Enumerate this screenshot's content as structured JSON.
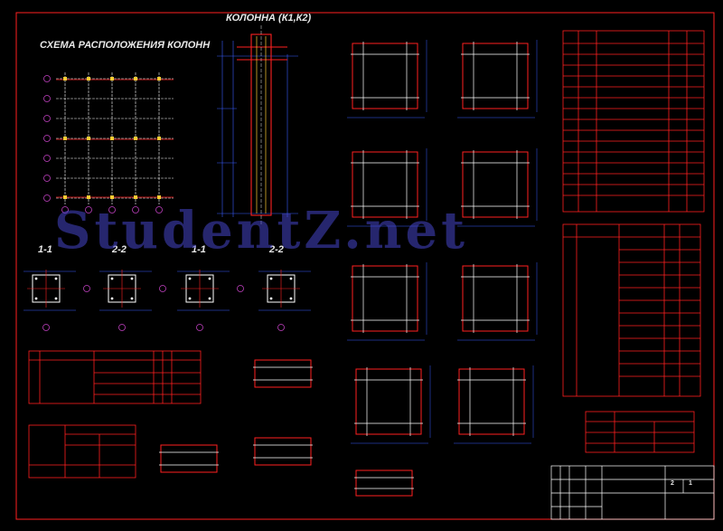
{
  "titles": {
    "plan": "СХЕМА РАСПОЛОЖЕНИЯ КОЛОНН",
    "column": "КОЛОННА (К1,К2)",
    "sections": [
      "1-1",
      "2-2",
      "1-1",
      "2-2"
    ]
  },
  "watermark": "StudentZ.net",
  "title_block": {
    "sheet": "2",
    "sheets": "1"
  },
  "colors": {
    "frame": "#ff2020",
    "dims": "#3a5cff",
    "rebar": "#ffffff",
    "text": "#e8e8e8",
    "axis": "#c040c0"
  }
}
